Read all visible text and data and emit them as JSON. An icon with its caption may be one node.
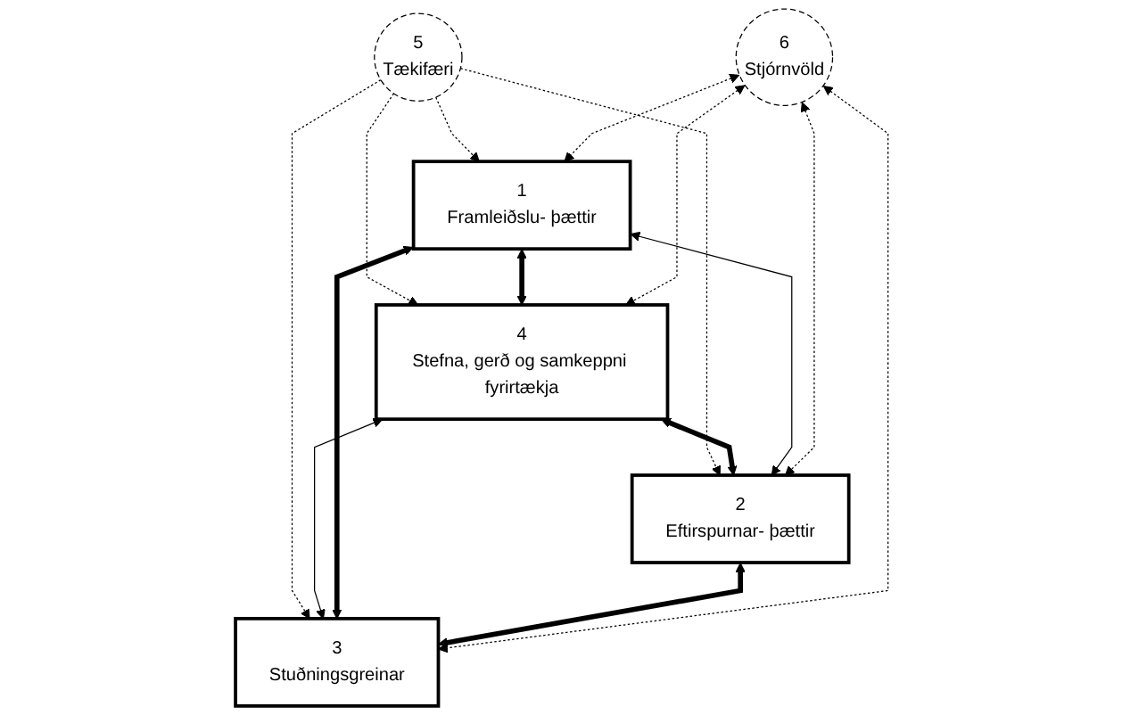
{
  "diagram": {
    "nodes": [
      {
        "text": [
          "5",
          "Tækifæri"
        ]
      },
      {
        "text": [
          "4",
          "Stefna, gerð og samkeppni fyrirtækja"
        ]
      },
      {
        "text": [
          "1",
          "Framleiðslu- þættir"
        ]
      },
      {
        "text": [
          "2",
          "Eftirspurnar- þættir"
        ]
      },
      {
        "text": [
          "3",
          "Stuðningsgreinar"
        ]
      },
      {
        "text": [
          "6",
          "Stjórnvöld"
        ]
      }
    ],
    "edges": [
      {
        "from": 0,
        "to": 1,
        "arrow": "to",
        "style": "dashed"
      },
      {
        "from": 0,
        "to": 2,
        "arrow": "to",
        "style": "dashed"
      },
      {
        "from": 0,
        "to": 3,
        "arrow": "to",
        "style": "dashed"
      },
      {
        "from": 0,
        "to": 4,
        "arrow": "to",
        "style": "dashed"
      },
      {
        "from": 2,
        "to": 1,
        "arrow": "both",
        "style": "thick"
      },
      {
        "from": 1,
        "to": 3,
        "arrow": "both",
        "style": "thick"
      },
      {
        "from": 2,
        "to": 3,
        "arrow": "both"
      },
      {
        "from": 1,
        "to": 4,
        "arrow": "both"
      },
      {
        "from": 2,
        "to": 4,
        "arrow": "both",
        "style": "thick"
      },
      {
        "from": 3,
        "to": 4,
        "arrow": "both",
        "style": "thick"
      },
      {
        "from": 5,
        "to": 1,
        "arrow": "both",
        "style": "dashed"
      },
      {
        "from": 5,
        "to": 2,
        "arrow": "both",
        "style": "dashed"
      },
      {
        "from": 5,
        "to": 3,
        "arrow": "both",
        "style": "dashed"
      },
      {
        "from": 5,
        "to": 4,
        "arrow": "both",
        "style": "dashed"
      }
    ]
  }
}
